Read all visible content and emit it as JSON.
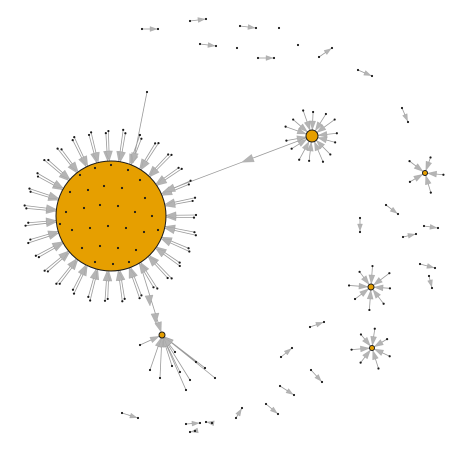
{
  "graph": {
    "colors": {
      "background": "#ffffff",
      "hub_fill": "#e69f00",
      "hub_stroke": "#1a1a1a",
      "edge": "#9a9a9a",
      "arrowhead": "#b4b4b4",
      "leaf_node": "#1a1a1a"
    },
    "hubs": [
      {
        "id": "hub-main"
      },
      {
        "id": "hub-upper-right"
      },
      {
        "id": "hub-lower-left"
      },
      {
        "id": "hub-right-1"
      },
      {
        "id": "hub-right-2"
      },
      {
        "id": "hub-right-3"
      }
    ],
    "links": [
      {
        "from": "upstream-node",
        "to": "hub-main"
      },
      {
        "from": "hub-upper-right",
        "to": "hub-main"
      },
      {
        "from": "hub-main",
        "to": "hub-lower-left"
      }
    ]
  }
}
